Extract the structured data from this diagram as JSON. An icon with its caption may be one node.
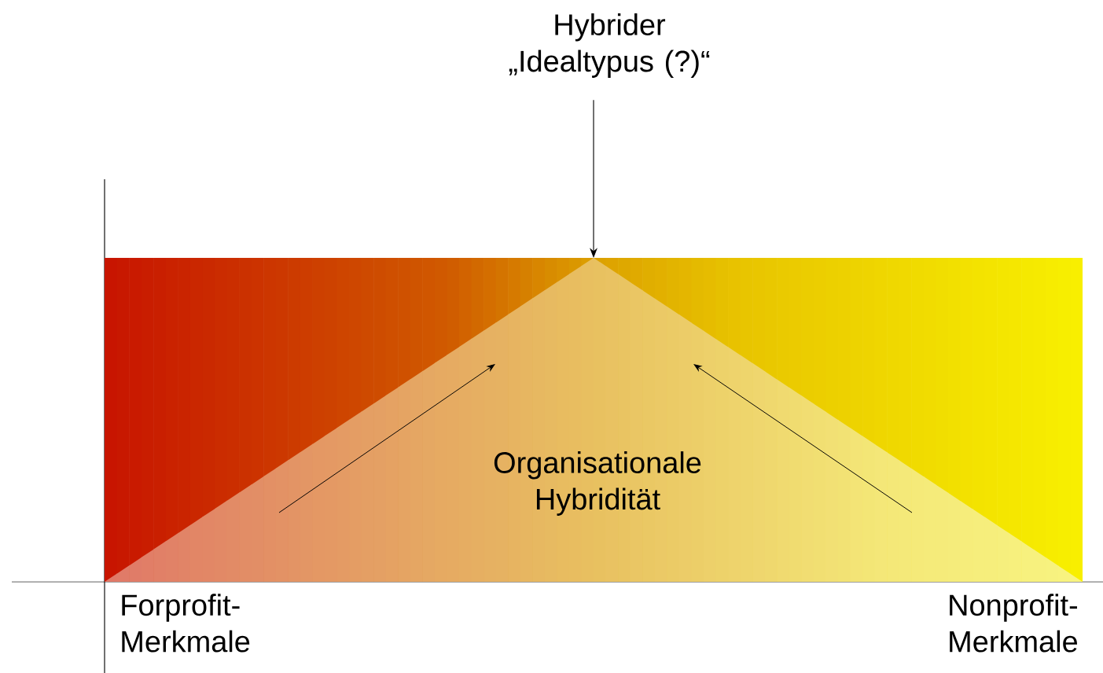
{
  "diagram": {
    "nodes": [
      {
        "text": [],
        "shape": "box"
      },
      {
        "text": [
          "Organisationale Hybridität"
        ],
        "in": 0
      },
      {
        "text": [
          "Hybrider „Idealtypus (?)“"
        ]
      }
    ],
    "edges": [
      {
        "from": 2,
        "to": 1,
        "arrow": "to"
      }
    ],
    "labels": [
      "Forprofit- Merkmale",
      "Nonprofit- Merkmale"
    ]
  }
}
